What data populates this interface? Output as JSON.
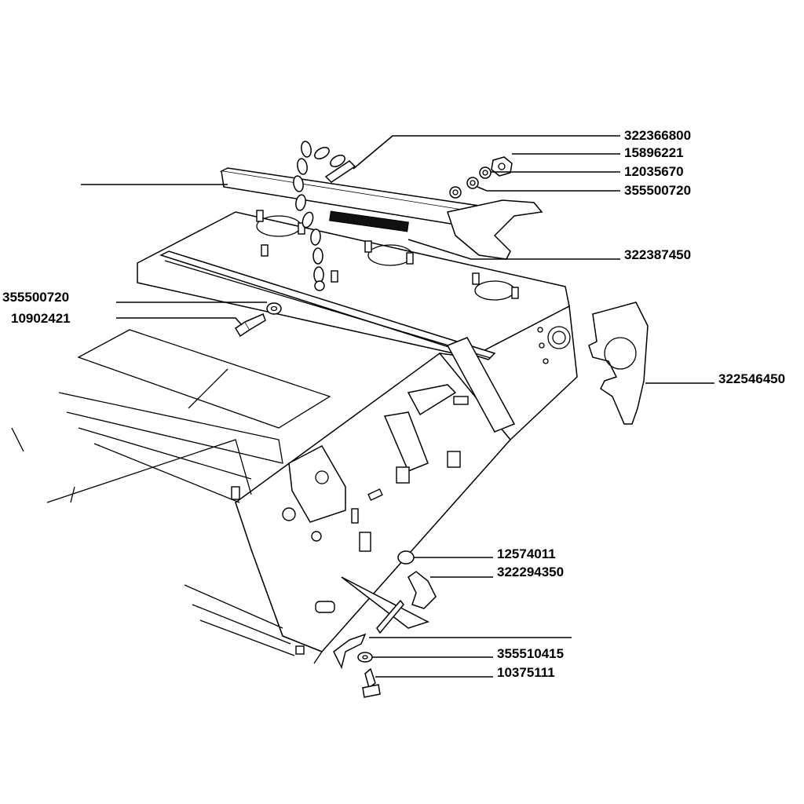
{
  "callouts": [
    {
      "id": "c1",
      "label": "322366800"
    },
    {
      "id": "c2",
      "label": "15896221"
    },
    {
      "id": "c3",
      "label": "12035670"
    },
    {
      "id": "c4",
      "label": "355500720"
    },
    {
      "id": "c5",
      "label": "322387450"
    },
    {
      "id": "c6",
      "label": "355500720"
    },
    {
      "id": "c7",
      "label": "10902421"
    },
    {
      "id": "c8",
      "label": "322546450"
    },
    {
      "id": "c9",
      "label": "12574011"
    },
    {
      "id": "c10",
      "label": "322294350"
    },
    {
      "id": "c11",
      "label": "355510415"
    },
    {
      "id": "c12",
      "label": "10375111"
    }
  ]
}
